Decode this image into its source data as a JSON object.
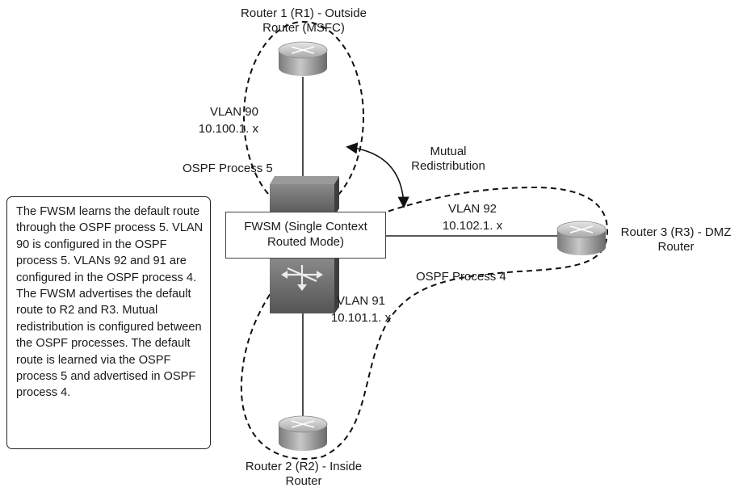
{
  "routers": {
    "r1": {
      "label": "Router 1 (R1) - Outside\nRouter (MSFC)"
    },
    "r2": {
      "label": "Router 2 (R2) - Inside\nRouter"
    },
    "r3": {
      "label": "Router 3 (R3) - DMZ\nRouter"
    }
  },
  "links": {
    "vlan90": {
      "name": "VLAN 90",
      "subnet": "10.100.1. x"
    },
    "vlan92": {
      "name": "VLAN 92",
      "subnet": "10.102.1. x"
    },
    "vlan91": {
      "name": "VLAN 91",
      "subnet": "10.101.1. x"
    }
  },
  "ospf": {
    "process5": "OSPF Process 5",
    "process4": "OSPF Process 4",
    "mutual": "Mutual\nRedistribution"
  },
  "fwsm": {
    "label": "FWSM (Single Context\nRouted Mode)"
  },
  "note": "The FWSM learns the default route through the OSPF process 5. VLAN 90 is configured in the OSPF process 5. VLANs 92 and 91 are configured in the OSPF process 4. The FWSM advertises the default route to R2 and R3. Mutual redistribution is configured between the OSPF processes. The default route is learned via the OSPF process 5 and advertised in OSPF process 4."
}
